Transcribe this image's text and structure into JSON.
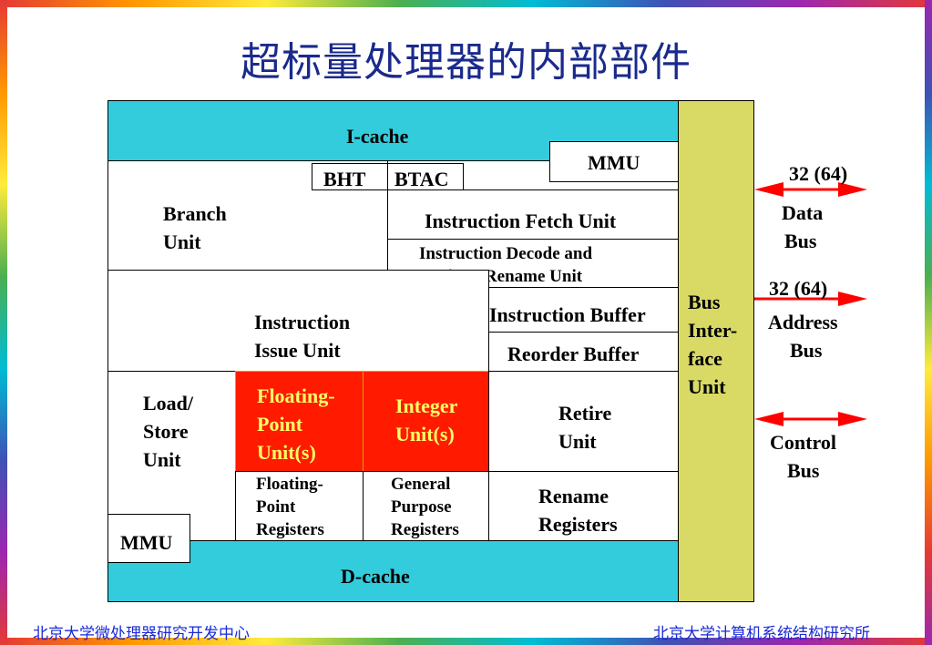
{
  "title": "超标量处理器的内部部件",
  "units": {
    "icache": "I-cache",
    "mmu_top": "MMU",
    "bht": "BHT",
    "btac": "BTAC",
    "branch_unit": [
      "Branch",
      "Unit"
    ],
    "fetch_unit": "Instruction Fetch Unit",
    "decode_unit": [
      "Instruction Decode and",
      "Register Rename Unit"
    ],
    "issue_unit": [
      "Instruction",
      "Issue Unit"
    ],
    "instruction_buffer": "Instruction Buffer",
    "reorder_buffer": "Reorder Buffer",
    "load_store_unit": [
      "Load/",
      "Store",
      "Unit"
    ],
    "fp_unit": [
      "Floating-",
      "Point",
      "Unit(s)"
    ],
    "integer_unit": [
      "Integer",
      "Unit(s)"
    ],
    "retire_unit": [
      "Retire",
      "Unit"
    ],
    "fp_registers": [
      "Floating-",
      "Point",
      "Registers"
    ],
    "gp_registers": [
      "General",
      "Purpose",
      "Registers"
    ],
    "rename_registers": [
      "Rename",
      "Registers"
    ],
    "mmu_bottom": "MMU",
    "dcache": "D-cache",
    "bus_interface_unit": [
      "Bus",
      "Inter-",
      "face",
      "Unit"
    ]
  },
  "buses": {
    "data_width": "32 (64)",
    "data_bus": [
      "Data",
      "Bus"
    ],
    "address_width": "32 (64)",
    "address_bus": [
      "Address",
      "Bus"
    ],
    "control_bus": [
      "Control",
      "Bus"
    ]
  },
  "colors": {
    "cache": "#33ccdd",
    "execution_unit": "#ff1a00",
    "bus_interface": "#d9d966",
    "arrow": "#ff0000",
    "title": "#1a2a8c",
    "footer": "#1a2ad6"
  },
  "footer": {
    "left": "北京大学微处理器研究开发中心",
    "right": "北京大学计算机系统结构研究所"
  }
}
